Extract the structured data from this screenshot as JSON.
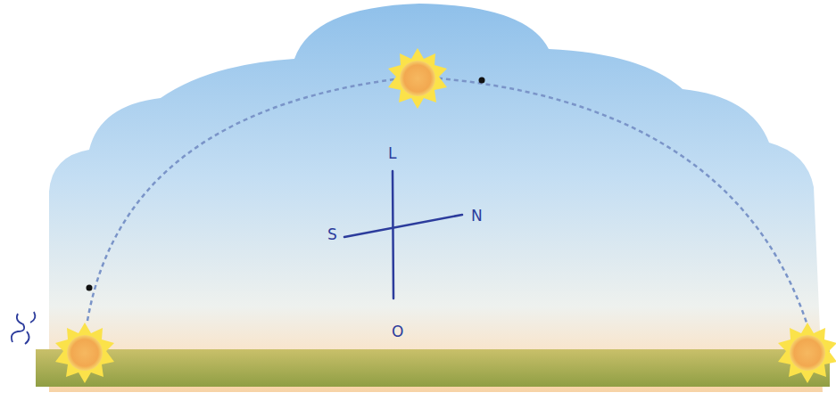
{
  "diagram": {
    "labels": [
      "L",
      "S",
      "N",
      "O"
    ]
  }
}
